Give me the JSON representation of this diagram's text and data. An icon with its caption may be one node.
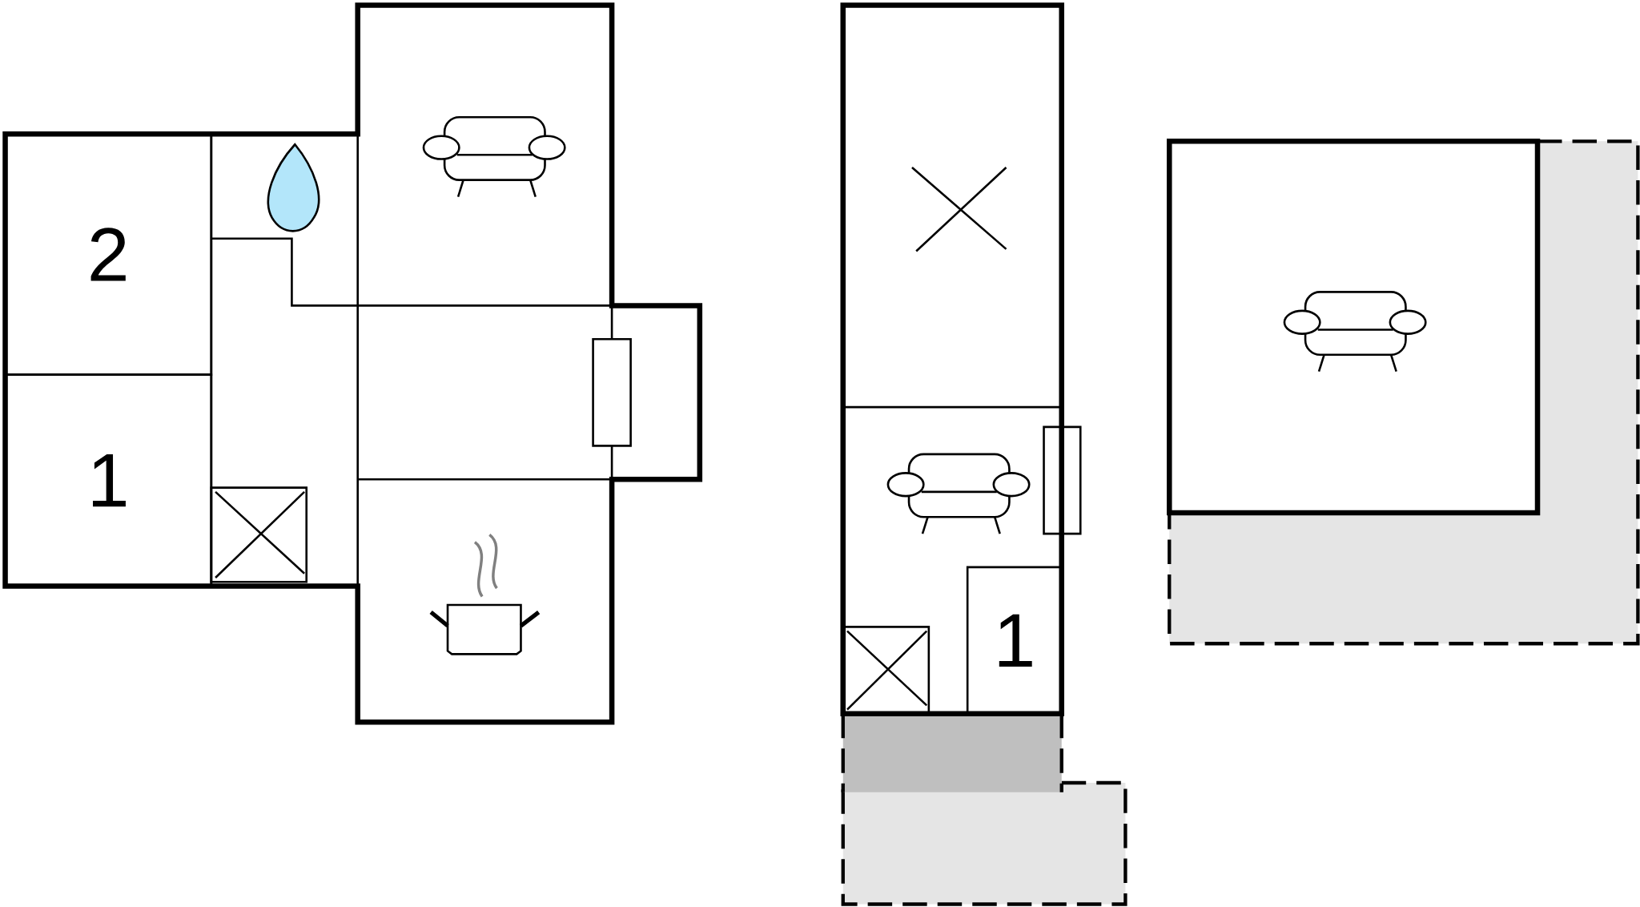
{
  "diagram": {
    "nodes": [
      {
        "text": [
          "2"
        ]
      },
      {
        "text": [
          "1"
        ]
      },
      {
        "text": [
          "1"
        ]
      }
    ],
    "edges": []
  }
}
